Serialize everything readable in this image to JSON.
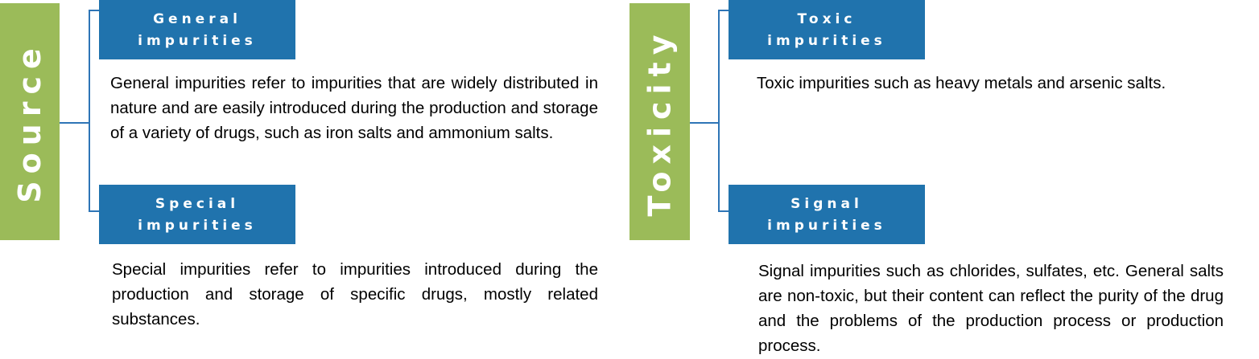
{
  "source": {
    "title": "Source",
    "items": [
      {
        "label": "General impurities",
        "description": "General impurities refer to impurities that are widely distributed in nature and are easily introduced during the production and storage of a variety of drugs, such as iron salts and ammonium salts."
      },
      {
        "label": "Special impurities",
        "description": "Special impurities refer to impurities introduced during the production and storage of specific drugs, mostly related substances."
      }
    ]
  },
  "toxicity": {
    "title": "Toxicity",
    "items": [
      {
        "label": "Toxic impurities",
        "description": "Toxic impurities such as heavy metals and arsenic salts."
      },
      {
        "label": "Signal impurities",
        "description": "Signal impurities such as chlorides, sulfates, etc. General salts are non-toxic, but their content can reflect the purity of the drug and the problems of the production process or production process."
      }
    ]
  },
  "colors": {
    "category": "#9bbb59",
    "box": "#2073ad",
    "connector": "#2e75b6"
  }
}
